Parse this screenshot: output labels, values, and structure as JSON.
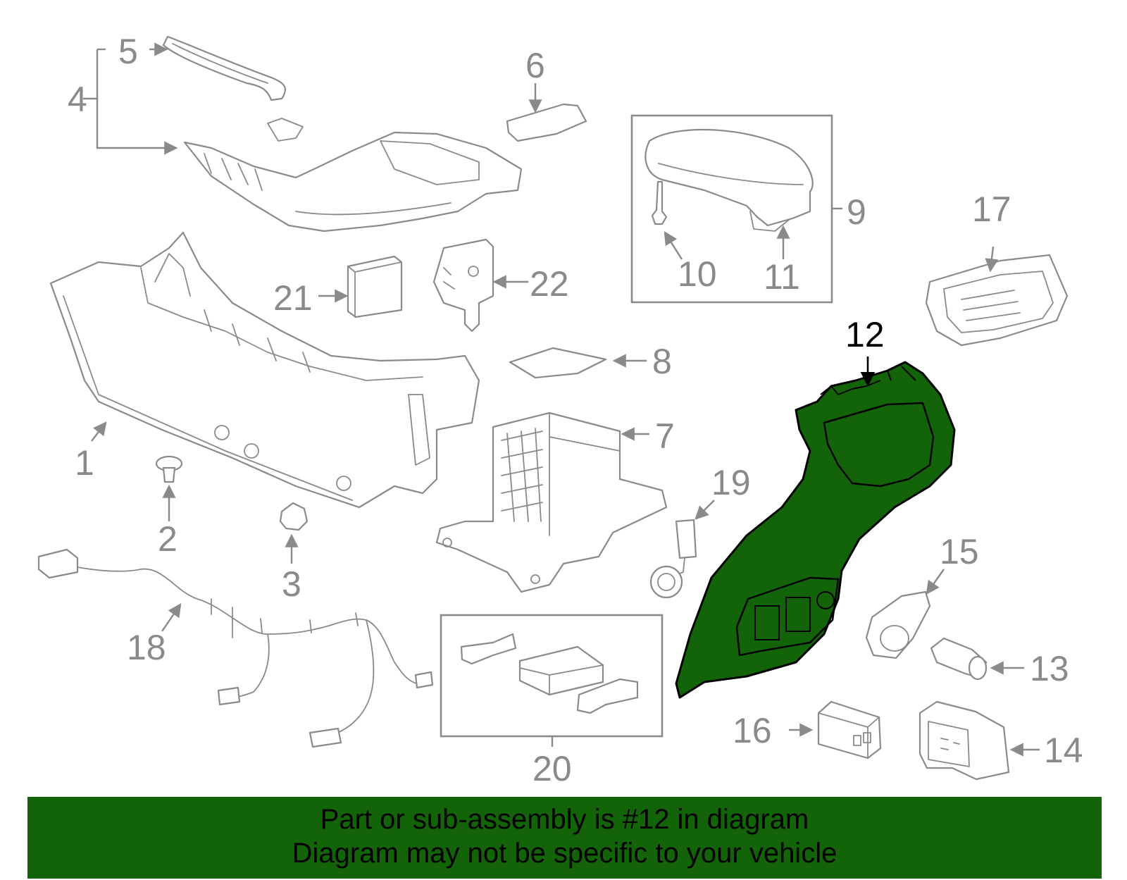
{
  "callouts": {
    "c1": "1",
    "c2": "2",
    "c3": "3",
    "c4": "4",
    "c5": "5",
    "c6": "6",
    "c7": "7",
    "c8": "8",
    "c9": "9",
    "c10": "10",
    "c11": "11",
    "c12": "12",
    "c13": "13",
    "c14": "14",
    "c15": "15",
    "c16": "16",
    "c17": "17",
    "c18": "18",
    "c19": "19",
    "c20": "20",
    "c21": "21",
    "c22": "22"
  },
  "highlight": {
    "part": "12",
    "fill_color": "#136409"
  },
  "banner": {
    "line1": "Part or sub-assembly is #12 in diagram",
    "line2": "Diagram may not be specific to your vehicle",
    "background_color": "#136409"
  }
}
